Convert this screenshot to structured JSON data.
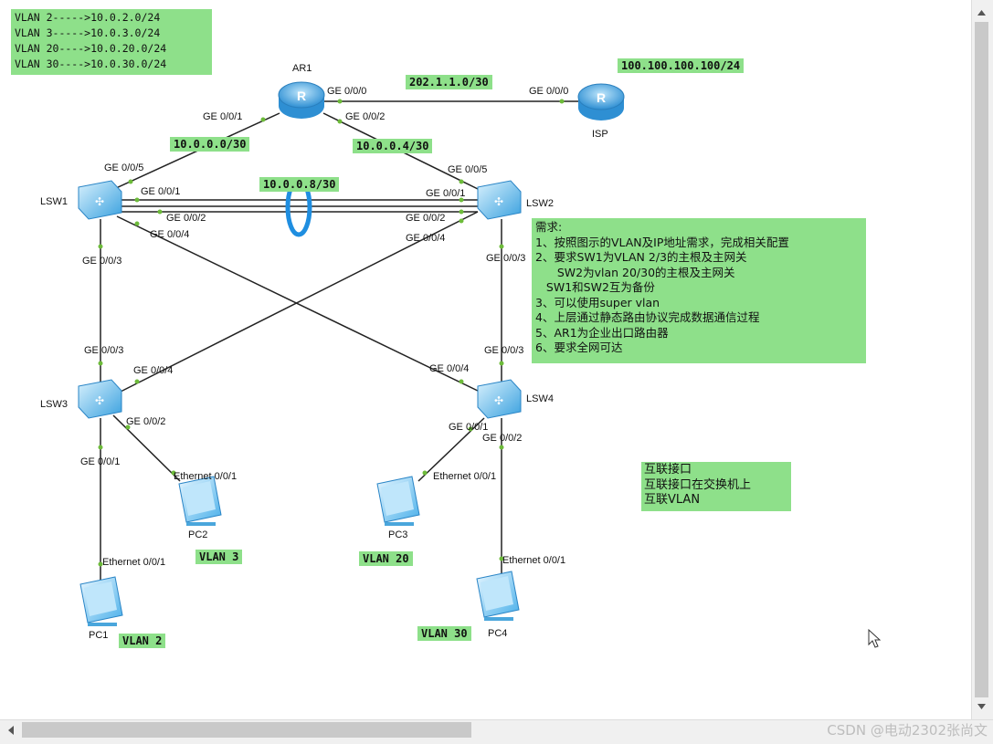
{
  "vlan_map": [
    "VLAN 2----->10.0.2.0/24",
    "VLAN 3----->10.0.3.0/24",
    "VLAN 20---->10.0.20.0/24",
    "VLAN 30---->10.0.30.0/24"
  ],
  "devices": {
    "ar1": "AR1",
    "isp": "ISP",
    "lsw1": "LSW1",
    "lsw2": "LSW2",
    "lsw3": "LSW3",
    "lsw4": "LSW4",
    "pc1": "PC1",
    "pc2": "PC2",
    "pc3": "PC3",
    "pc4": "PC4"
  },
  "networks": {
    "isp_ip": "100.100.100.100/24",
    "ar1_isp": "202.1.1.0/30",
    "ar1_lsw1": "10.0.0.0/30",
    "ar1_lsw2": "10.0.0.4/30",
    "lsw1_lsw2": "10.0.0.8/30"
  },
  "ports": {
    "ar1_g000": "GE 0/0/0",
    "ar1_g001": "GE 0/0/1",
    "ar1_g002": "GE 0/0/2",
    "isp_g000": "GE 0/0/0",
    "lsw1_g005": "GE 0/0/5",
    "lsw1_g001": "GE 0/0/1",
    "lsw1_g002": "GE 0/0/2",
    "lsw1_g004": "GE 0/0/4",
    "lsw1_g003": "GE 0/0/3",
    "lsw2_g005": "GE 0/0/5",
    "lsw2_g001": "GE 0/0/1",
    "lsw2_g002": "GE 0/0/2",
    "lsw2_g004": "GE 0/0/4",
    "lsw2_g003": "GE 0/0/3",
    "lsw3_g003": "GE 0/0/3",
    "lsw3_g004": "GE 0/0/4",
    "lsw3_g002": "GE 0/0/2",
    "lsw3_g001": "GE 0/0/1",
    "lsw4_g003": "GE 0/0/3",
    "lsw4_g004": "GE 0/0/4",
    "lsw4_g001": "GE 0/0/1",
    "lsw4_g002": "GE 0/0/2",
    "pc1_eth": "Ethernet 0/0/1",
    "pc2_eth": "Ethernet 0/0/1",
    "pc3_eth": "Ethernet 0/0/1",
    "pc4_eth": "Ethernet 0/0/1"
  },
  "vlan_tags": {
    "pc1": "VLAN 2",
    "pc2": "VLAN 3",
    "pc3": "VLAN 20",
    "pc4": "VLAN 30"
  },
  "requirements": {
    "title": "需求:",
    "items": [
      "1、按照图示的VLAN及IP地址需求，完成相关配置",
      "2、要求SW1为VLAN 2/3的主根及主网关",
      "      SW2为vlan 20/30的主根及主网关",
      "   SW1和SW2互为备份",
      "3、可以使用super vlan",
      "4、上层通过静态路由协议完成数据通信过程",
      "5、AR1为企业出口路由器",
      "6、要求全网可达"
    ]
  },
  "interconnect_note": [
    "互联接口",
    "互联接口在交换机上",
    "互联VLAN"
  ],
  "watermark": "CSDN @电动2302张尚文",
  "colors": {
    "note_bg": "#8ee08a",
    "device_blue": "#3da3e0",
    "link_line": "#222222",
    "port_dot": "#6dbb3a",
    "loop_blue": "#1f8ee0"
  }
}
